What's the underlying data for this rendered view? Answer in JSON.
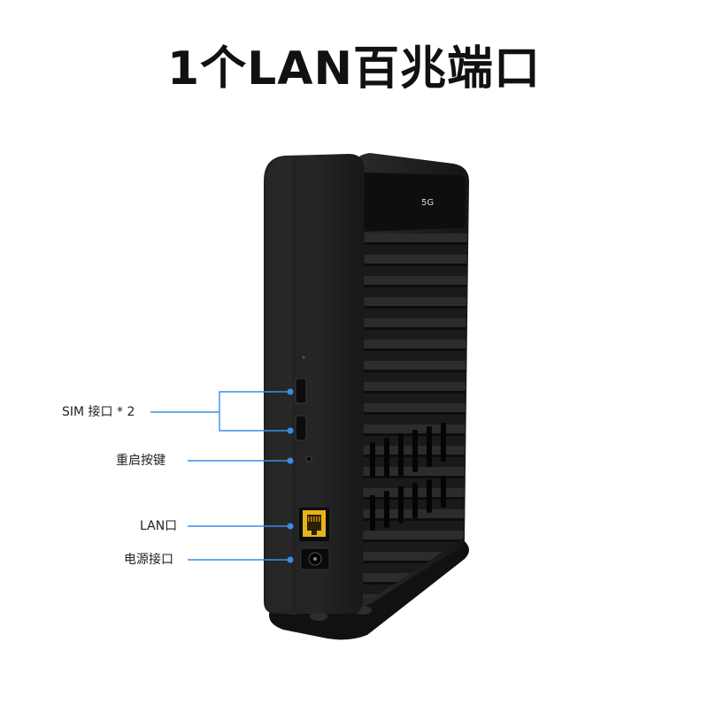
{
  "headline": "1个LAN百兆端口",
  "device": {
    "badge_text": "5G"
  },
  "callouts": [
    {
      "id": "sim",
      "label": "SIM 接口 * 2"
    },
    {
      "id": "reset",
      "label": "重启按键"
    },
    {
      "id": "lan",
      "label": "LAN口"
    },
    {
      "id": "power",
      "label": "电源接口"
    }
  ],
  "colors": {
    "callout_line": "#3a8ee6",
    "device_body": "#1b1b1b",
    "lan_port": "#e8b21a"
  }
}
